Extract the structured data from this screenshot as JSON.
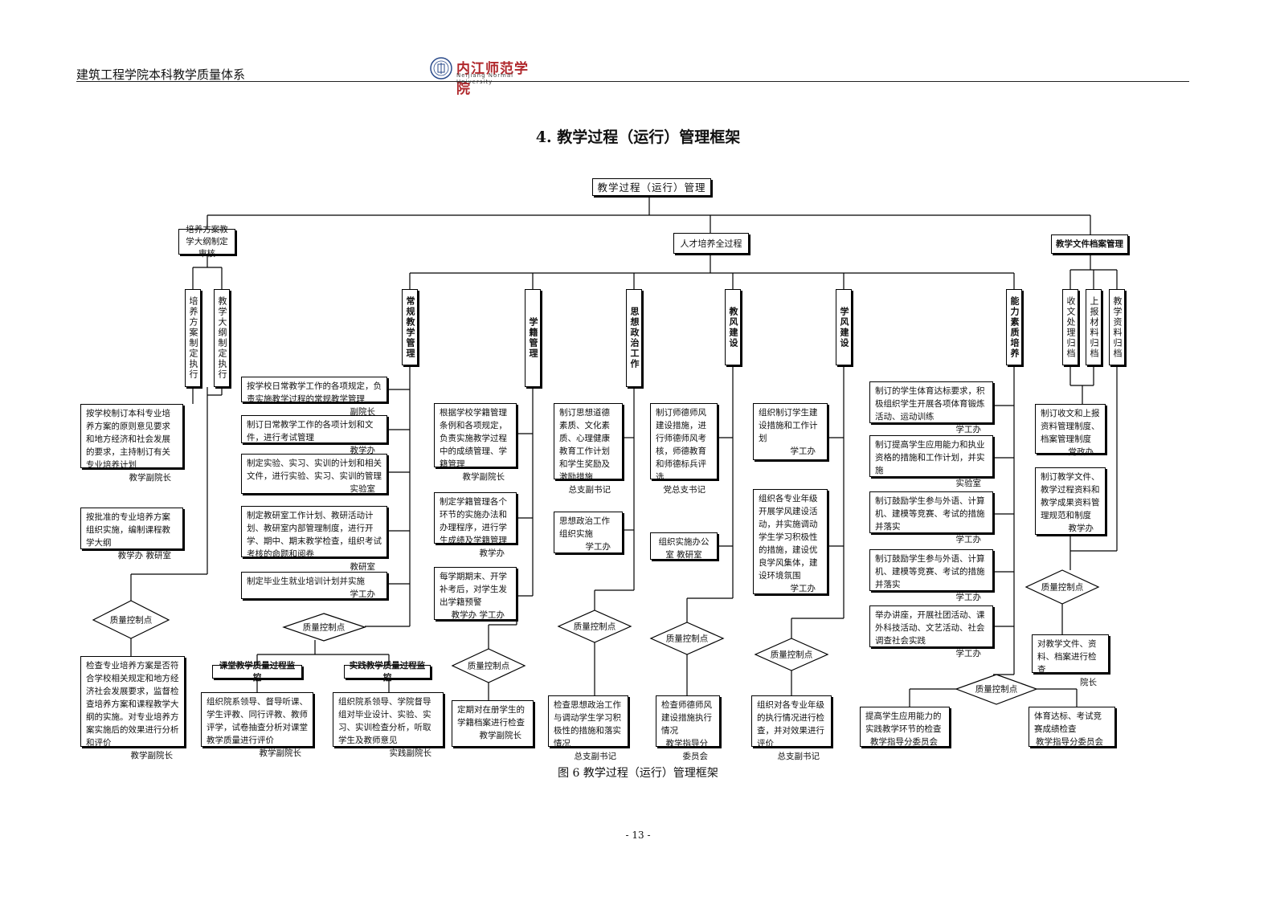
{
  "header": {
    "left_text": "建筑工程学院本科教学质量体系",
    "logo_text": "内江师范学院",
    "logo_sub": "Neijiang Normal University"
  },
  "title": "4.  教学过程（运行）管理框架",
  "caption": "图 6  教学过程（运行）管理框架",
  "page_number": "- 13 -",
  "chart": {
    "root": "教学过程（运行）管理",
    "level1": {
      "left": "培养方案教学大纲制定审核",
      "center": "人才培养全过程",
      "right": "教学文件档案管理"
    },
    "columns": {
      "peiyang": "培养方案制定执行",
      "dagang": "教学大纲制定执行",
      "changgui": "常规教学管理",
      "xueji": "学籍管理",
      "sixiang": "思想政治工作",
      "jiaofeng": "教风建设",
      "xuefeng": "学风建设",
      "nengli": "能力素质培养",
      "shouwen": "收文处理归档",
      "shangbao": "上报材料归档",
      "jiaoxue_ziliao": "教学资料归档"
    },
    "quality_label": "质量控制点",
    "boxes": {
      "b1": {
        "body": "按学校制订本科专业培养方案的原则意见要求和地方经济和社会发展的要求，主持制订有关专业培养计划",
        "role": "教学副院长"
      },
      "b2": {
        "body": "按批准的专业培养方案组织实施，编制课程教学大纲",
        "role": "教学办  教研室"
      },
      "b3": {
        "body": "检查专业培养方案是否符合学校相关规定和地方经济社会发展要求，监督检查培养方案和课程教学大纲的实施。对专业培养方案实施后的效果进行分析和评价",
        "role": "教学副院长"
      },
      "c1": {
        "body": "按学校日常教学工作的各项规定，负责实施教学过程的常规教学管理",
        "role": "副院长"
      },
      "c2": {
        "body": "制订日常教学工作的各项计划和文件，进行考试管理",
        "role": "教学办"
      },
      "c3": {
        "body": "制定实验、实习、实训的计划和相关文件，进行实验、实习、实训的管理",
        "role": "实验室"
      },
      "c4": {
        "body": "制定教研室工作计划、教研活动计划、教研室内部管理制度，进行开学、期中、期末教学检查，组织考试考核的命题和阅卷",
        "role": "教研室"
      },
      "c5": {
        "body": "制定毕业生就业培训计划并实施",
        "role": "学工办"
      },
      "c6": {
        "title": "课堂教学质量过程监控",
        "body": "组织院系领导、督导听课、学生评教、同行评教、教师评学，试卷抽查分析对课堂教学质量进行评价",
        "role": "教学副院长"
      },
      "c7": {
        "title": "实践教学质量过程监控",
        "body": "组织院系领导、学院督导组对毕业设计、实验、实习、实训检查分析，听取学生及教师意见",
        "role": "实践副院长"
      },
      "d1": {
        "body": "根据学校学籍管理条例和各项规定，负责实施教学过程中的成绩管理、学籍管理",
        "role": "教学副院长"
      },
      "d2": {
        "body": "制定学籍管理各个环节的实施办法和办理程序，进行学生成绩及学籍管理",
        "role": "教学办"
      },
      "d3": {
        "body": "每学期期末、开学补考后，对学生发出学籍预警",
        "role": "教学办  学工办"
      },
      "d4": {
        "body": "定期对在册学生的学籍档案进行检查",
        "role": "教学副院长"
      },
      "e1": {
        "body": "制订思想道德素质、文化素质、心理健康教育工作计划和学生奖励及激励措施",
        "role": "总支副书记"
      },
      "e2": {
        "body": "思想政治工作组织实施",
        "role": "学工办"
      },
      "e3": {
        "body": "检查思想政治工作与调动学生学习积极性的措施和落实情况",
        "role": "总支副书记"
      },
      "f1": {
        "body": "制订师德师风建设措施，进行师德师风考核，师德教育和师德标兵评选",
        "role": "党总支书记"
      },
      "f2": {
        "body": "组织实施办公室  教研室",
        "role": ""
      },
      "f3": {
        "body": "检查师德师风建设措施执行情况",
        "role": "教学指导分委员会"
      },
      "g1": {
        "body": "组织制订学生建设措施和工作计划",
        "role": "学工办"
      },
      "g2": {
        "body": "组织各专业年级开展学风建设活动，并实施调动学生学习积极性的措施，建设优良学风集体，建设环境氛围",
        "role": "学工办"
      },
      "g3": {
        "body": "组织对各专业年级的执行情况进行检查，并对效果进行评价",
        "role": "总支副书记"
      },
      "h1": {
        "body": "制订的学生体育达标要求，积极组织学生开展各项体育锻炼活动、运动训练",
        "role": "学工办"
      },
      "h2": {
        "body": "制订提高学生应用能力和执业资格的措施和工作计划，并实施",
        "role": "实验室"
      },
      "h3": {
        "body": "制订鼓励学生参与外语、计算机、建模等竞赛、考试的措施并落实",
        "role": "学工办"
      },
      "h4": {
        "body": "制订鼓励学生参与外语、计算机、建模等竞赛、考试的措施并落实",
        "role": "学工办"
      },
      "h5": {
        "body": "举办讲座，开展社团活动、课外科技活动、文艺活动、社会调查社会实践",
        "role": "学工办"
      },
      "h6": {
        "body": "提高学生应用能力的实践教学环节的检查",
        "role": "教学指导分委员会"
      },
      "h7": {
        "body": "体育达标、考试竞赛成绩检查",
        "role": "教学指导分委员会"
      },
      "i1": {
        "body": "制订收文和上报资料管理制度、档案管理制度",
        "role": "党政办"
      },
      "i2": {
        "body": "制订教学文件、教学过程资料和教学成果资料管理规范和制度",
        "role": "教学办"
      },
      "i3": {
        "body": "对教学文件、资料、档案进行检查",
        "role": "院长"
      }
    }
  }
}
